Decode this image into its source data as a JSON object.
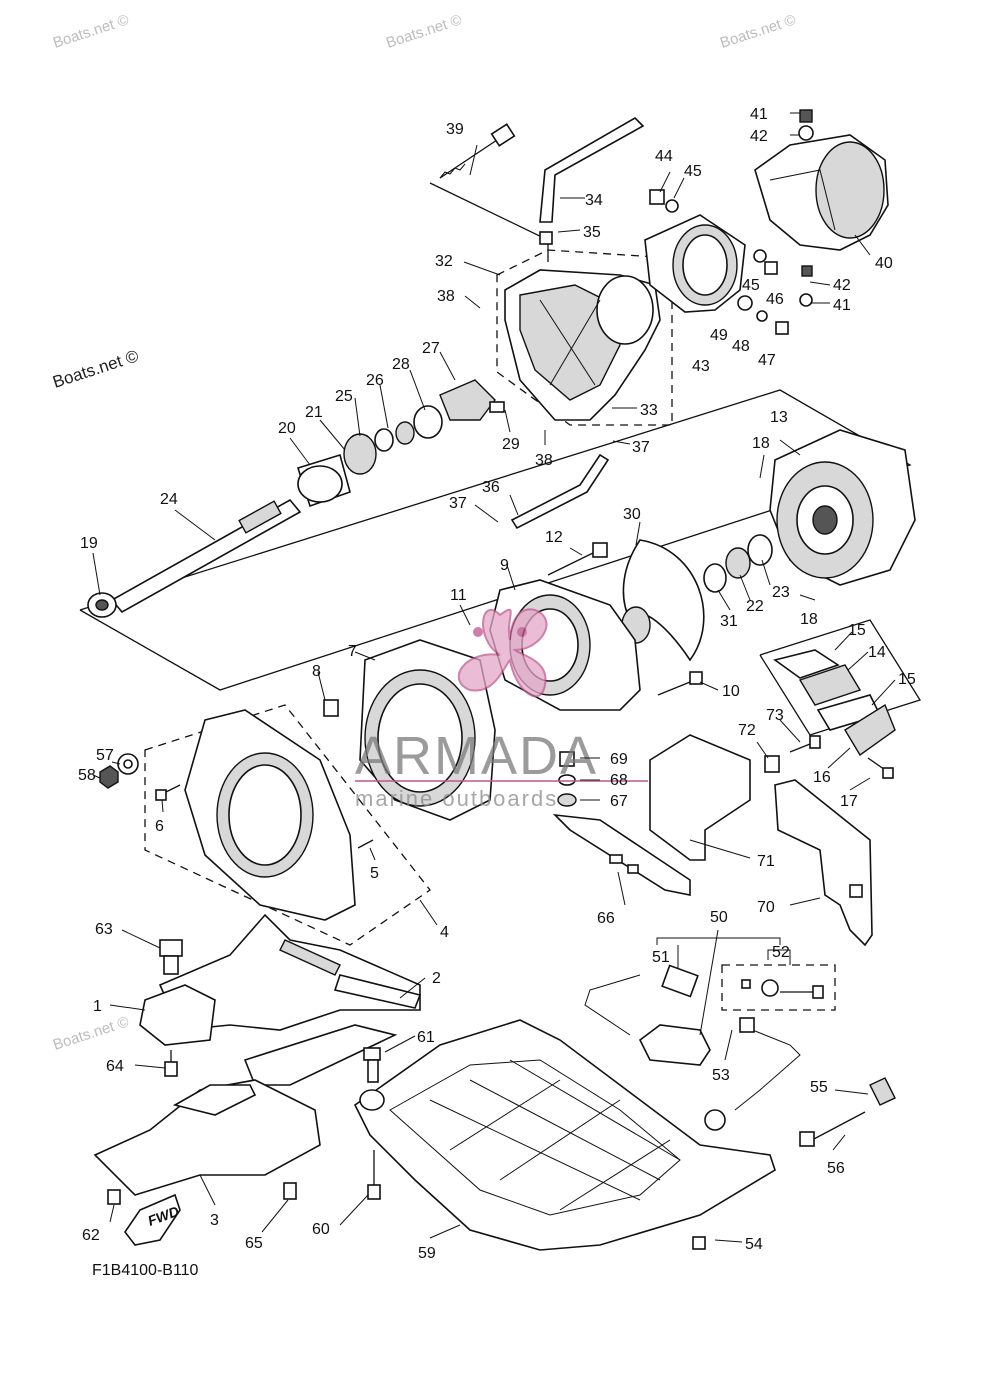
{
  "diagram": {
    "code": "F1B4100-B110",
    "fwd_label": "FWD",
    "brand": {
      "name": "ARMADA",
      "tagline": "marine outboards"
    },
    "watermarks": [
      "Boats.net ©",
      "Boats.net ©",
      "Boats.net ©",
      "Boats.net ©"
    ],
    "watermark_left": "Boats.net ©",
    "callouts": [
      "1",
      "2",
      "3",
      "4",
      "5",
      "6",
      "7",
      "8",
      "9",
      "10",
      "11",
      "12",
      "13",
      "14",
      "15",
      "15",
      "16",
      "17",
      "18",
      "18",
      "19",
      "20",
      "21",
      "22",
      "23",
      "24",
      "25",
      "26",
      "27",
      "28",
      "29",
      "30",
      "31",
      "32",
      "33",
      "34",
      "35",
      "36",
      "37",
      "37",
      "38",
      "38",
      "39",
      "40",
      "41",
      "41",
      "42",
      "42",
      "43",
      "44",
      "45",
      "45",
      "46",
      "47",
      "48",
      "49",
      "50",
      "51",
      "52",
      "53",
      "54",
      "55",
      "56",
      "57",
      "58",
      "59",
      "60",
      "61",
      "62",
      "63",
      "64",
      "65",
      "66",
      "67",
      "68",
      "69",
      "70",
      "71",
      "72",
      "73"
    ]
  }
}
